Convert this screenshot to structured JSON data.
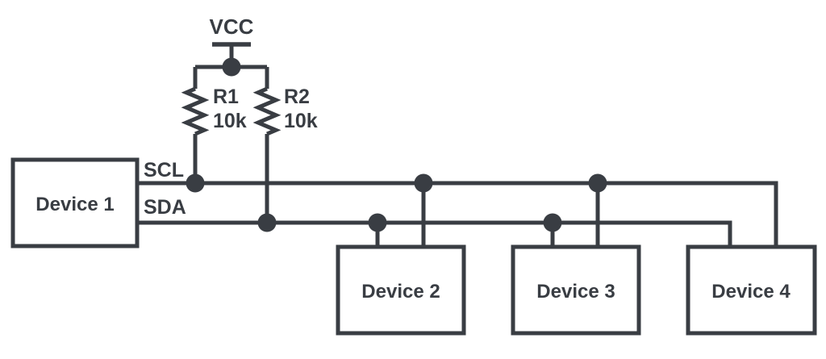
{
  "diagram": {
    "type": "circuit-schematic",
    "description": "I2C bus with VCC pull-up resistors connecting four devices over SCL and SDA lines",
    "colors": {
      "ink": "#393d43",
      "background": "#ffffff"
    },
    "power": {
      "label": "VCC"
    },
    "resistors": [
      {
        "name": "R1",
        "value": "10k"
      },
      {
        "name": "R2",
        "value": "10k"
      }
    ],
    "signals": [
      {
        "label": "SCL"
      },
      {
        "label": "SDA"
      }
    ],
    "devices": [
      {
        "label": "Device 1"
      },
      {
        "label": "Device 2"
      },
      {
        "label": "Device 3"
      },
      {
        "label": "Device 4"
      }
    ]
  }
}
